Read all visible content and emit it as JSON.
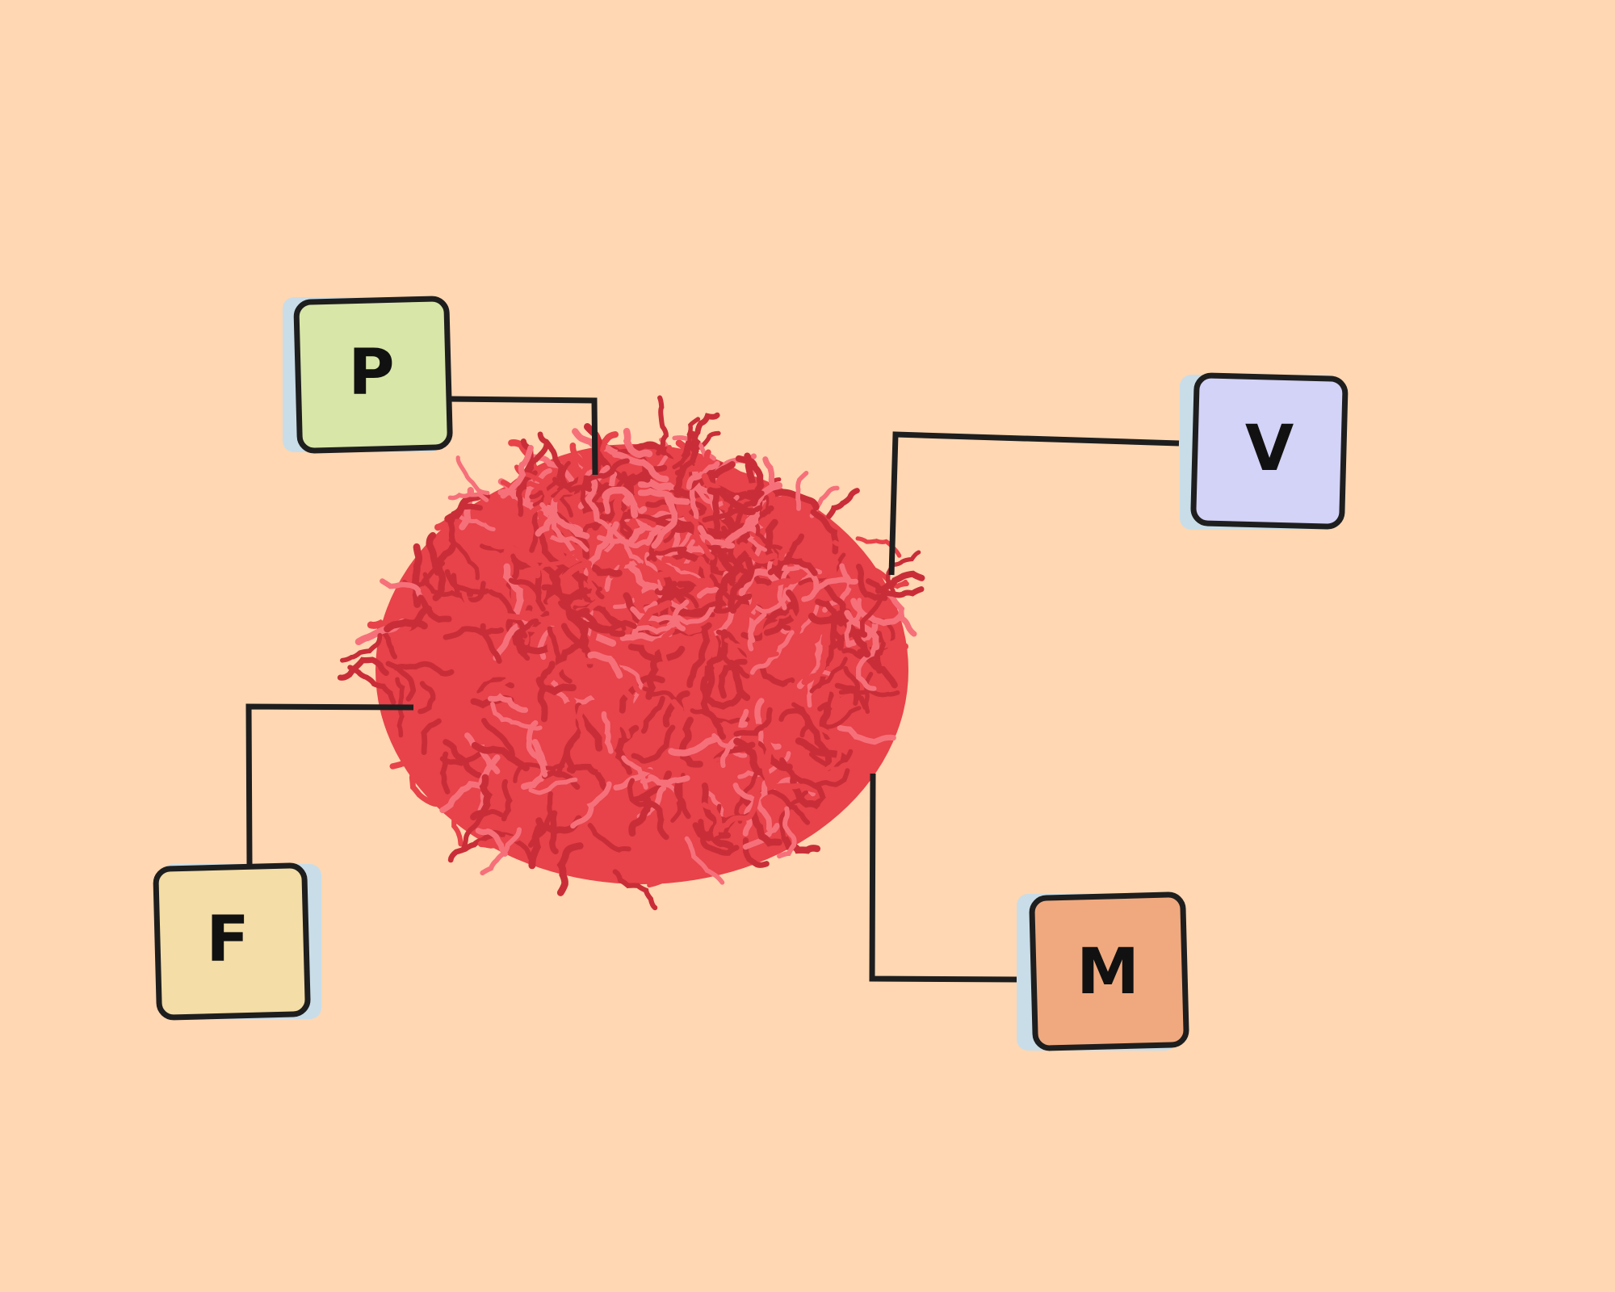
{
  "tiles": [
    {
      "id": "p",
      "letter": "P",
      "fill": "#D8E6A8"
    },
    {
      "id": "v",
      "letter": "V",
      "fill": "#D3D2F7"
    },
    {
      "id": "f",
      "letter": "F",
      "fill": "#F4DDA6"
    },
    {
      "id": "m",
      "letter": "M",
      "fill": "#F0A97E"
    }
  ],
  "colors": {
    "background": "#FFD7B2",
    "tile_shadow": "#C9DDE8",
    "line": "#1E1E1E",
    "meat_base": "#E8424A",
    "meat_dark": "#C92E38",
    "meat_light": "#F6707A"
  },
  "center_image": "ground-meat"
}
